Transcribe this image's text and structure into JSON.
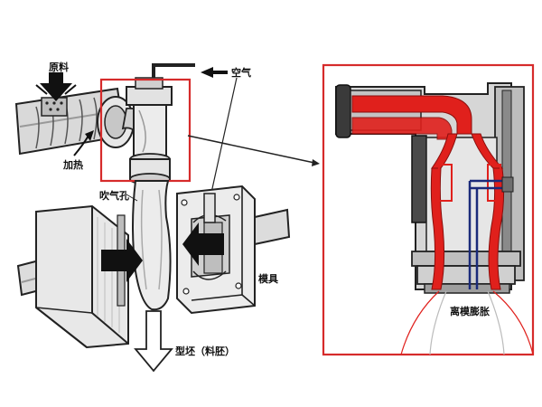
{
  "labels": {
    "raw_material": "原料",
    "air": "空气",
    "heating": "加热",
    "blow_hole": "吹气孔",
    "mold": "模具",
    "parison": "型坯（料胚）",
    "die_swell": "离模膨胀"
  },
  "colors": {
    "highlight_frame": "#d62b2b",
    "melt_flow": "#e0201c",
    "mandrel": "#1a2a7a",
    "outline": "#222222",
    "metal_fill": "#d8d8d8"
  },
  "icons": [
    "arrow-right-icon",
    "arrow-left-icon",
    "arrow-down-icon"
  ]
}
